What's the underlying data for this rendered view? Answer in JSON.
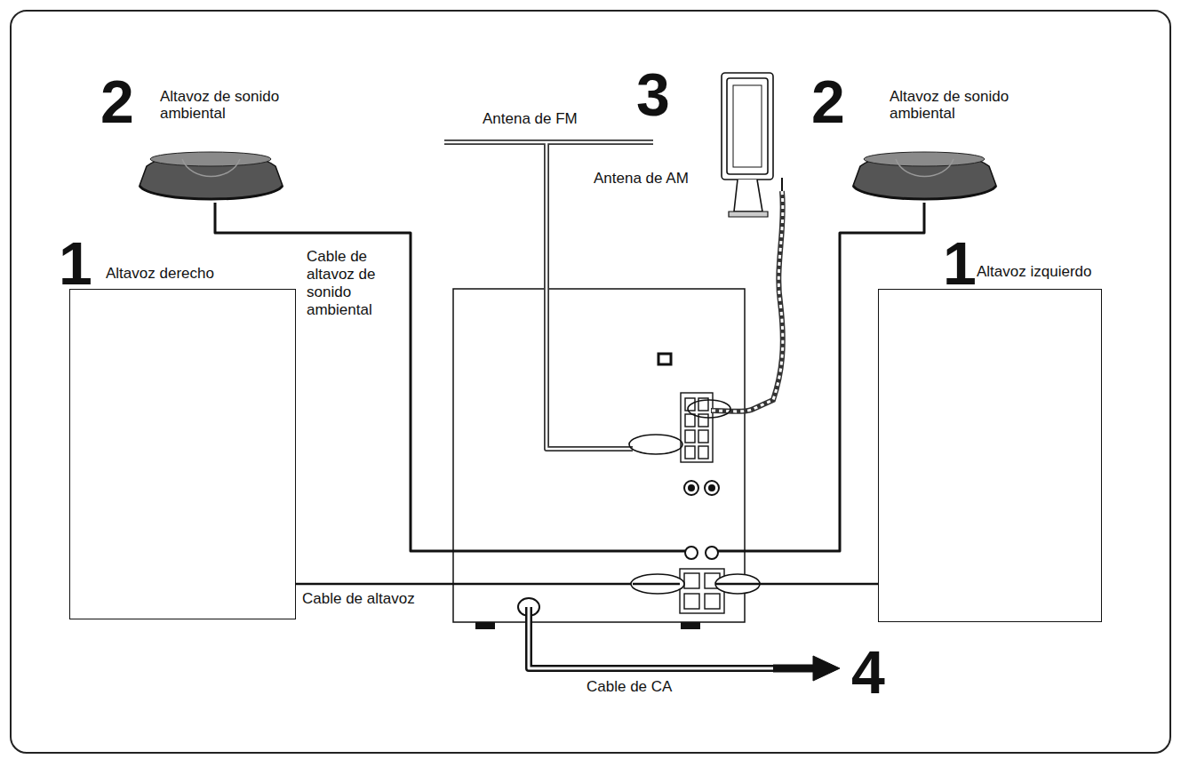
{
  "diagram": {
    "nodes": [
      {
        "text": [
          "Altavoz de sonido ambiental"
        ]
      },
      {
        "text": [
          "Altavoz de sonido ambiental"
        ]
      },
      {
        "text": [
          "Altavoz derecho"
        ]
      },
      {
        "text": [
          "Altavoz izquierdo"
        ]
      }
    ],
    "labels": [
      "2",
      "3",
      "2",
      "Antena de FM",
      "Antena de AM",
      "1",
      "Cable de altavoz de sonido ambiental",
      "1",
      "Cable de altavoz",
      "4",
      "Cable de CA"
    ]
  }
}
